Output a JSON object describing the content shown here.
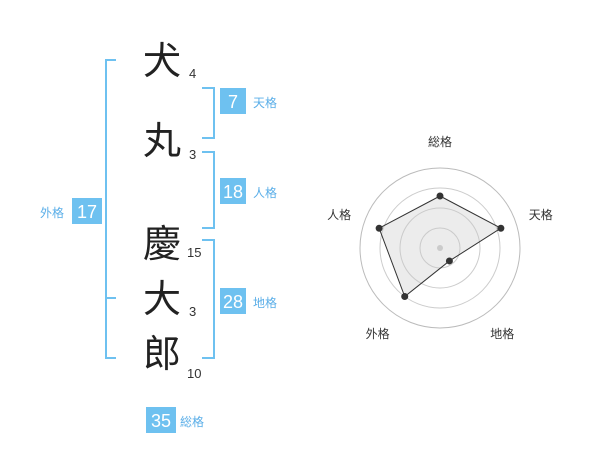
{
  "name_chars": [
    {
      "char": "犬",
      "strokes": "4"
    },
    {
      "char": "丸",
      "strokes": "3"
    },
    {
      "char": "慶",
      "strokes": "15"
    },
    {
      "char": "大",
      "strokes": "3"
    },
    {
      "char": "郎",
      "strokes": "10"
    }
  ],
  "fortune": {
    "tenkaku": {
      "value": "7",
      "label": "天格"
    },
    "jinkaku": {
      "value": "18",
      "label": "人格"
    },
    "chikaku": {
      "value": "28",
      "label": "地格"
    },
    "gaikaku": {
      "value": "17",
      "label": "外格"
    },
    "soukaku": {
      "value": "35",
      "label": "総格"
    }
  },
  "colors": {
    "accent": "#6ec1f0",
    "label_text": "#5aaee8",
    "kanji_text": "#222222"
  },
  "chart_data": {
    "type": "radar",
    "axes": [
      "総格",
      "天格",
      "地格",
      "外格",
      "人格"
    ],
    "values": [
      0.65,
      0.8,
      0.2,
      0.75,
      0.8
    ],
    "scale_max": 1,
    "rings": 4
  }
}
